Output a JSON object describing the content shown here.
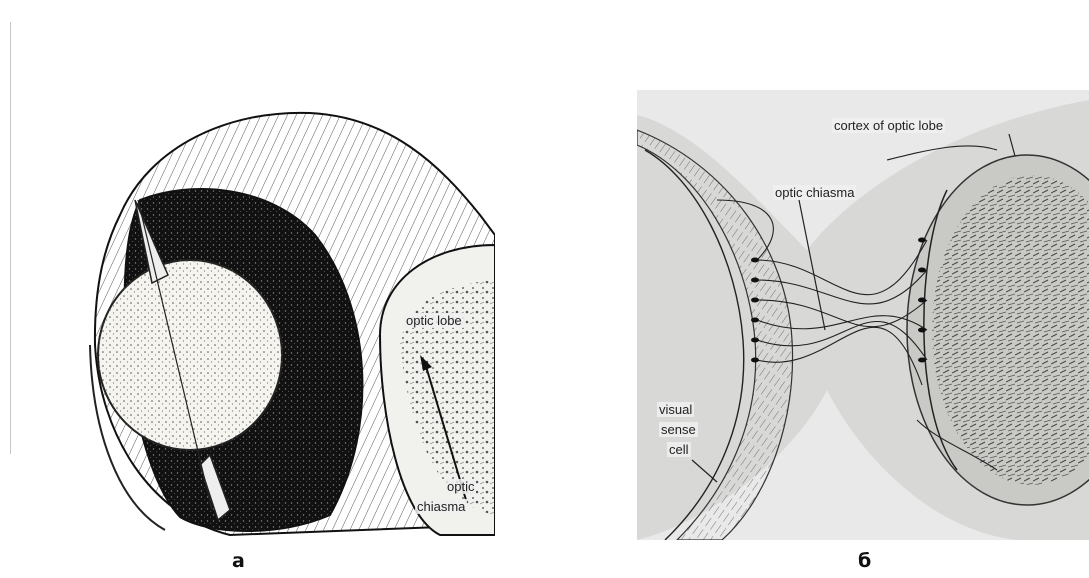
{
  "figure_a": {
    "label_optic_lobe": "optic lobe",
    "label_optic_chiasma_1": "optic",
    "label_optic_chiasma_2": "chiasma",
    "caption": "а"
  },
  "figure_b": {
    "label_cortex": "cortex of optic lobe",
    "label_optic_chiasma": "optic chiasma",
    "label_visual_1": "visual",
    "label_visual_2": "sense",
    "label_visual_3": "cell",
    "caption": "б"
  }
}
